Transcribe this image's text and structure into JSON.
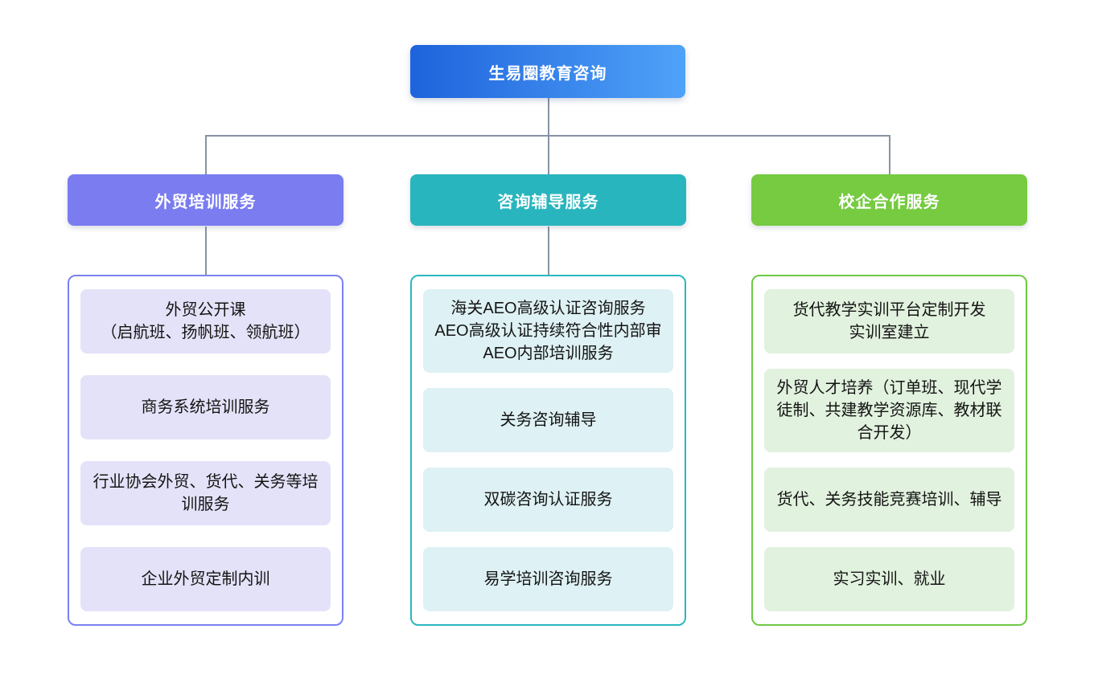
{
  "theme": {
    "background": "#ffffff",
    "connector_color": "#8793A3",
    "root_gradient_from": "#1E63DC",
    "root_gradient_to": "#4FA2F8",
    "header_text_color": "#ffffff",
    "item_text_color": "#141414"
  },
  "root": {
    "label": "生易圈教育咨询"
  },
  "branches": [
    {
      "header": "外贸培训服务",
      "header_bg": "#7A7CF0",
      "border_color": "#7B80F2",
      "item_bg": "#E4E2F8",
      "items": [
        "外贸公开课\n（启航班、扬帆班、领航班）",
        "商务系统培训服务",
        "行业协会外贸、货代、关务等培训服务",
        "企业外贸定制内训"
      ]
    },
    {
      "header": "咨询辅导服务",
      "header_bg": "#28B5BE",
      "border_color": "#2BB7C0",
      "item_bg": "#DEF1F4",
      "items": [
        "海关AEO高级认证咨询服务\nAEO高级认证持续符合性内部审\nAEO内部培训服务",
        "关务咨询辅导",
        "双碳咨询认证服务",
        "易学培训咨询服务"
      ]
    },
    {
      "header": "校企合作服务",
      "header_bg": "#76CB41",
      "border_color": "#6EC944",
      "item_bg": "#E1F2DE",
      "items": [
        "货代教学实训平台定制开发\n实训室建立",
        "外贸人才培养（订单班、现代学徒制、共建教学资源库、教材联合开发）",
        "货代、关务技能竞赛培训、辅导",
        "实习实训、就业"
      ]
    }
  ]
}
